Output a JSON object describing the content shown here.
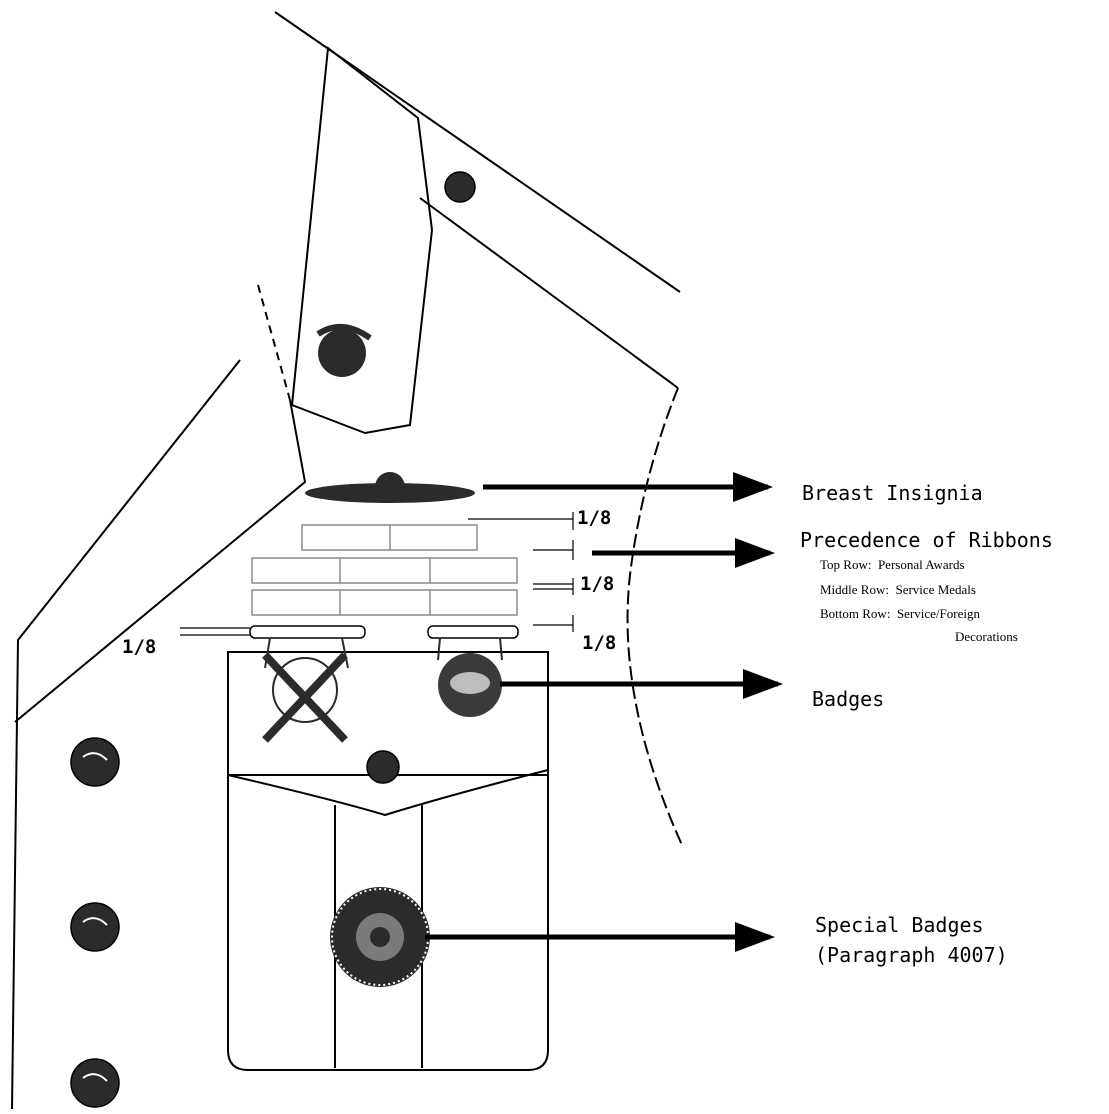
{
  "labels": {
    "breast_insignia": "Breast Insignia",
    "precedence": "Precedence of Ribbons",
    "top_row": "Top Row:  Personal Awards",
    "middle_row": "Middle Row:  Service Medals",
    "bottom_row": "Bottom Row:  Service/Foreign",
    "bottom_row_cont": "Decorations",
    "badges": "Badges",
    "special_badges": "Special Badges",
    "special_badges_ref": "(Paragraph 4007)"
  },
  "measurements": {
    "upper": "1/8",
    "middle": "1/8",
    "left": "1/8",
    "lower_right": "1/8"
  },
  "colors": {
    "line": "#000000",
    "ribbon_outline": "#8a8a8a",
    "emblem": "#2b2b2b"
  }
}
